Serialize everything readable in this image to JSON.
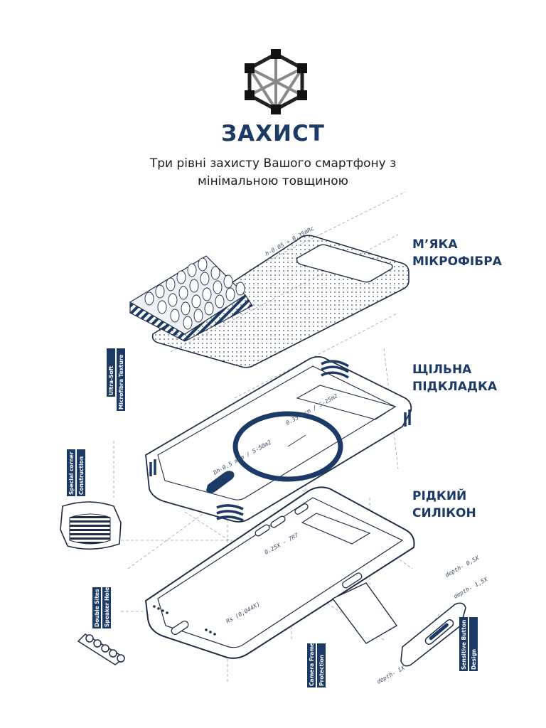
{
  "header": {
    "title": "ЗАХИСТ",
    "subtitle_line1": "Три рівні захисту Вашого смартфону з",
    "subtitle_line2": "мінімальною товщиною"
  },
  "layers": [
    {
      "line1": "М’ЯКА",
      "line2": "МІКРОФІБРА"
    },
    {
      "line1": "ЩІЛЬНА",
      "line2": "ПІДКЛАДКА"
    },
    {
      "line1": "РІДКИЙ",
      "line2": "СИЛІКОН"
    }
  ],
  "dimensions": {
    "microfiber_thickness": "h-0.05 ÷ 0.35mRc",
    "magnet_area": "0.35 mcm / S-25m2",
    "base_thickness": "Dh-0.5 mcm / S-50m2",
    "frame_gap": "0.25X - 7R7",
    "button_rim": "Rs (0,044X)",
    "depth_a": "depth- 0,5X",
    "depth_b": "depth- 1,5X",
    "depth_c": "depth- 1X"
  },
  "callouts": {
    "microfibra_1": "Ultra-Soft",
    "microfibra_2": "Microfibra Texture",
    "corner_1": "Special corner",
    "corner_2": "Construction",
    "speaker_1": "Double Sites",
    "speaker_2": "Speaker Holes",
    "camera_1": "Camera Frame",
    "camera_2": "Protection",
    "button_1": "Sensitive Button",
    "button_2": "Design"
  },
  "colors": {
    "accent": "#1c3a66",
    "line": "#1f2d44",
    "light_line": "#9aa3b2"
  },
  "icons": [
    "network-cube-icon"
  ]
}
